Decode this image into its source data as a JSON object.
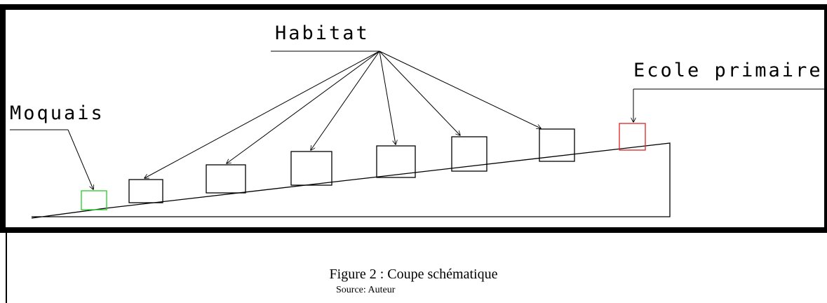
{
  "diagram": {
    "labels": {
      "habitat": "Habitat",
      "ecole": "Ecole primaire",
      "moquais": "Moquais"
    }
  },
  "caption": {
    "title": "Figure 2 : Coupe schématique",
    "source": "Source: Auteur"
  },
  "colors": {
    "moquais_box": "#22cc22",
    "ecole_box": "#dd2222",
    "lines": "#000000"
  }
}
